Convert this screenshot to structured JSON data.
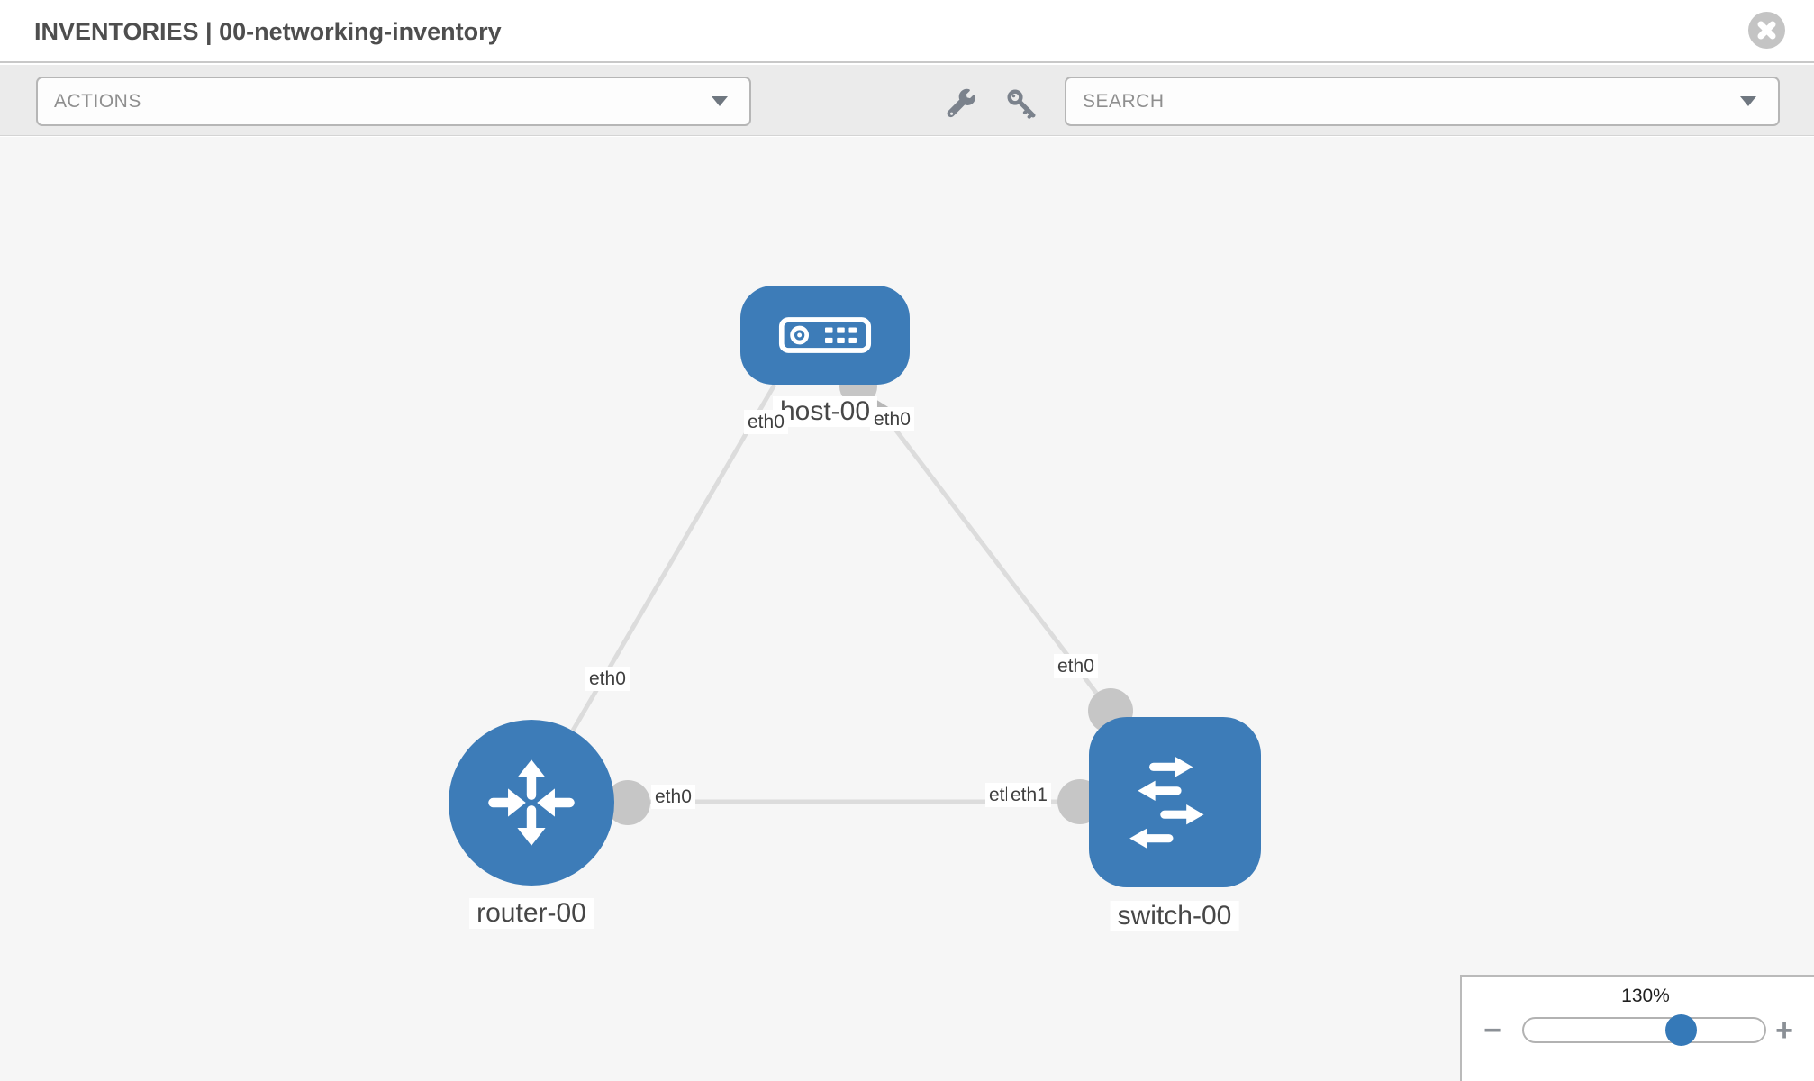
{
  "window": {
    "title": "INVENTORIES | 00-networking-inventory"
  },
  "toolbar": {
    "actions_label": "ACTIONS",
    "search_placeholder": "SEARCH",
    "icons": [
      "wrench-icon",
      "key-icon"
    ]
  },
  "topology": {
    "nodes": [
      {
        "label": "host-00",
        "type": "host"
      },
      {
        "label": "router-00",
        "type": "router"
      },
      {
        "label": "switch-00",
        "type": "switch"
      }
    ],
    "links": [
      {
        "from": "host-00",
        "to": "router-00",
        "from_interface": "eth0",
        "to_interface": "eth0"
      },
      {
        "from": "host-00",
        "to": "switch-00",
        "from_interface": "eth0",
        "to_interface": "eth0"
      },
      {
        "from": "router-00",
        "to": "switch-00",
        "from_interface": "eth0",
        "to_interface": "eth1"
      }
    ],
    "interface_labels": {
      "host_router_at_host": "eth0",
      "host_router_at_router": "eth0",
      "host_switch_at_host": "eth0",
      "host_switch_at_switch": "eth0",
      "router_switch_at_router": "eth0",
      "router_switch_at_switch_under": "eth0",
      "router_switch_at_switch_over": "eth1"
    }
  },
  "zoom_control": {
    "value": "130%",
    "minus_label": "−",
    "plus_label": "+"
  },
  "colors": {
    "node_blue": "#3d7cb8",
    "link_gray": "#dcdcdc",
    "port_gray": "#c6c6c6",
    "arrow_gray": "#b7b7b7",
    "toolbar_bg": "#ebebeb",
    "canvas_bg": "#f6f6f6",
    "slider_knob_blue": "#3579b8"
  }
}
